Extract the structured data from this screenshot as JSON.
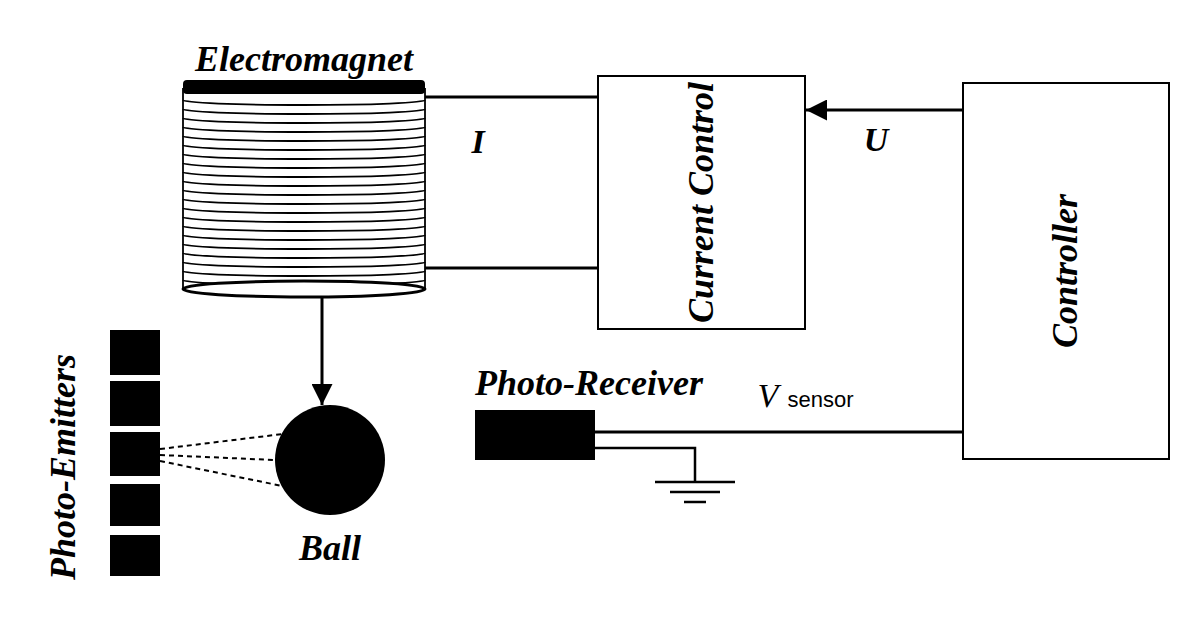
{
  "diagram": {
    "nodes": [
      {
        "text": [
          "Electromagnet"
        ]
      },
      {
        "text": [
          "Current Control"
        ]
      },
      {
        "text": [
          "Controller"
        ]
      },
      {
        "text": [
          "Photo-Emitters"
        ]
      },
      {
        "text": [
          "Ball"
        ]
      },
      {
        "text": [
          "Photo-Receiver"
        ]
      }
    ],
    "edges": [
      {
        "from": 0,
        "to": 1,
        "arrow": "none",
        "label": "I"
      },
      {
        "from": 0,
        "to": 1,
        "arrow": "none"
      },
      {
        "from": 2,
        "to": 1,
        "arrow": "to",
        "label": "U"
      },
      {
        "from": 0,
        "to": 4,
        "arrow": "to"
      },
      {
        "from": 5,
        "to": 2,
        "arrow": "none",
        "label": "V sensor"
      },
      {
        "from": 3,
        "to": 4,
        "arrow": "none"
      }
    ]
  }
}
